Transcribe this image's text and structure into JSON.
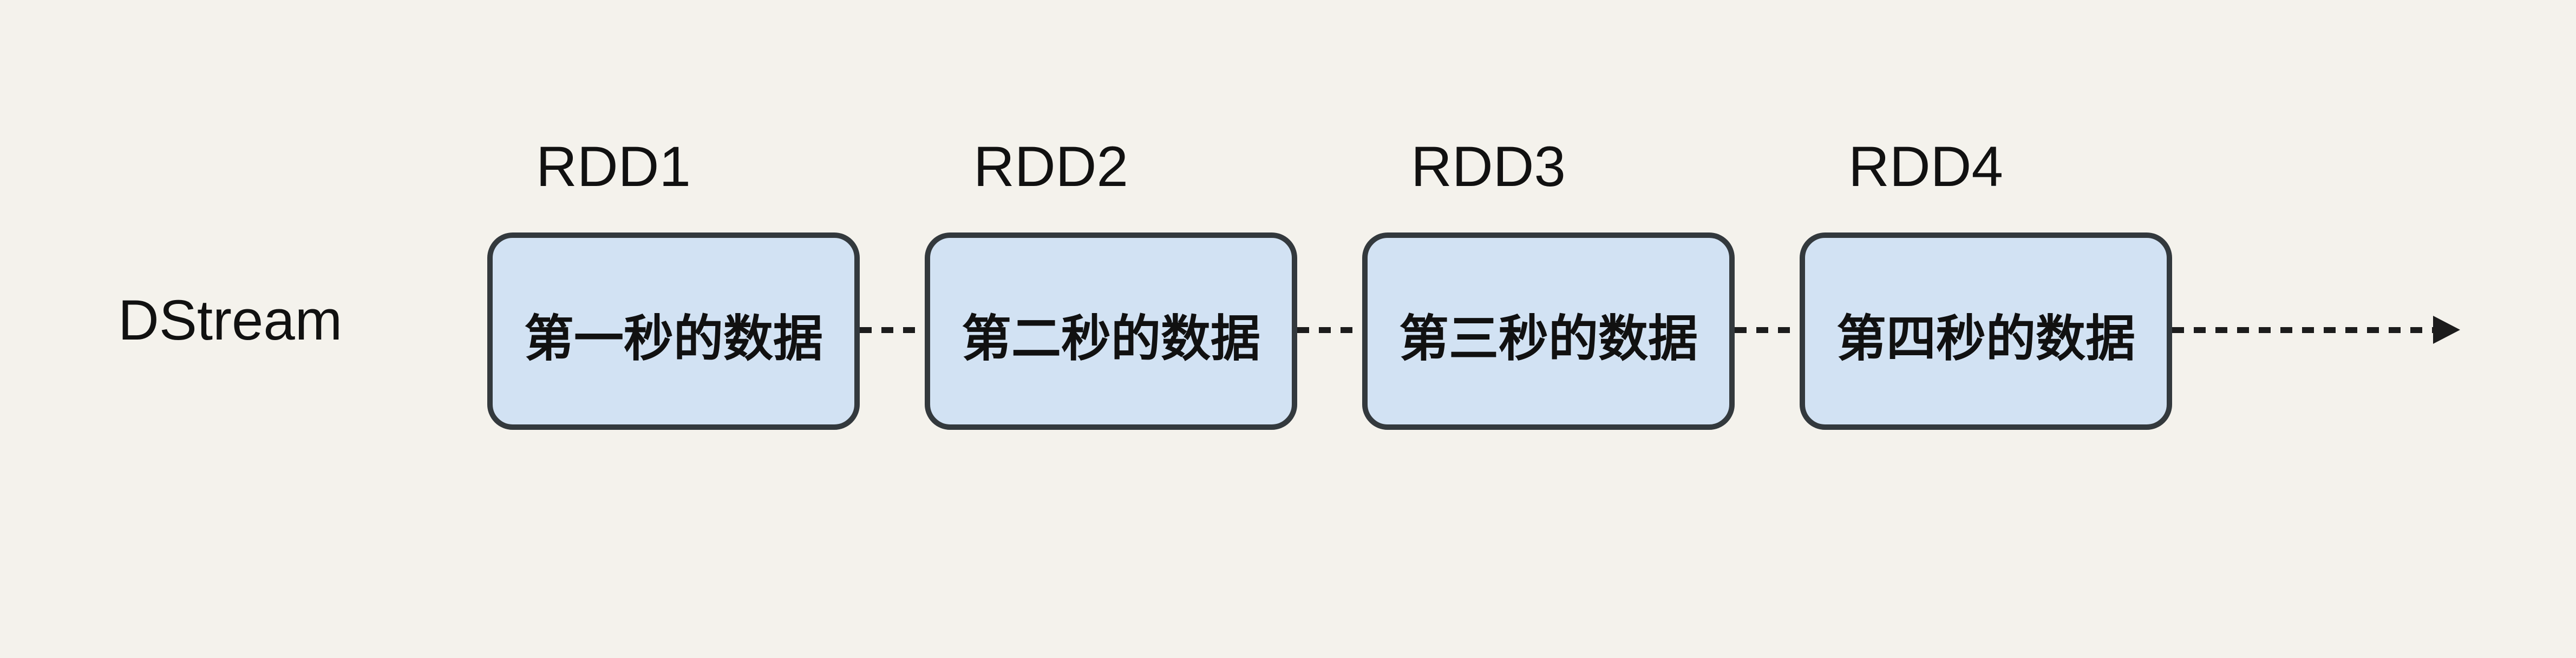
{
  "diagram": {
    "stream_label": "DStream",
    "nodes": [
      {
        "label": "RDD1",
        "text": "第一秒的数据"
      },
      {
        "label": "RDD2",
        "text": "第二秒的数据"
      },
      {
        "label": "RDD3",
        "text": "第三秒的数据"
      },
      {
        "label": "RDD4",
        "text": "第四秒的数据"
      }
    ],
    "connector_style": "dashed",
    "arrow_direction": "right",
    "colors": {
      "background": "#f4f2ec",
      "box_fill": "#d2e2f3",
      "box_border": "#33393d",
      "label_text": "#111111",
      "box_text": "#111111",
      "connector": "#1c1c1c"
    }
  }
}
